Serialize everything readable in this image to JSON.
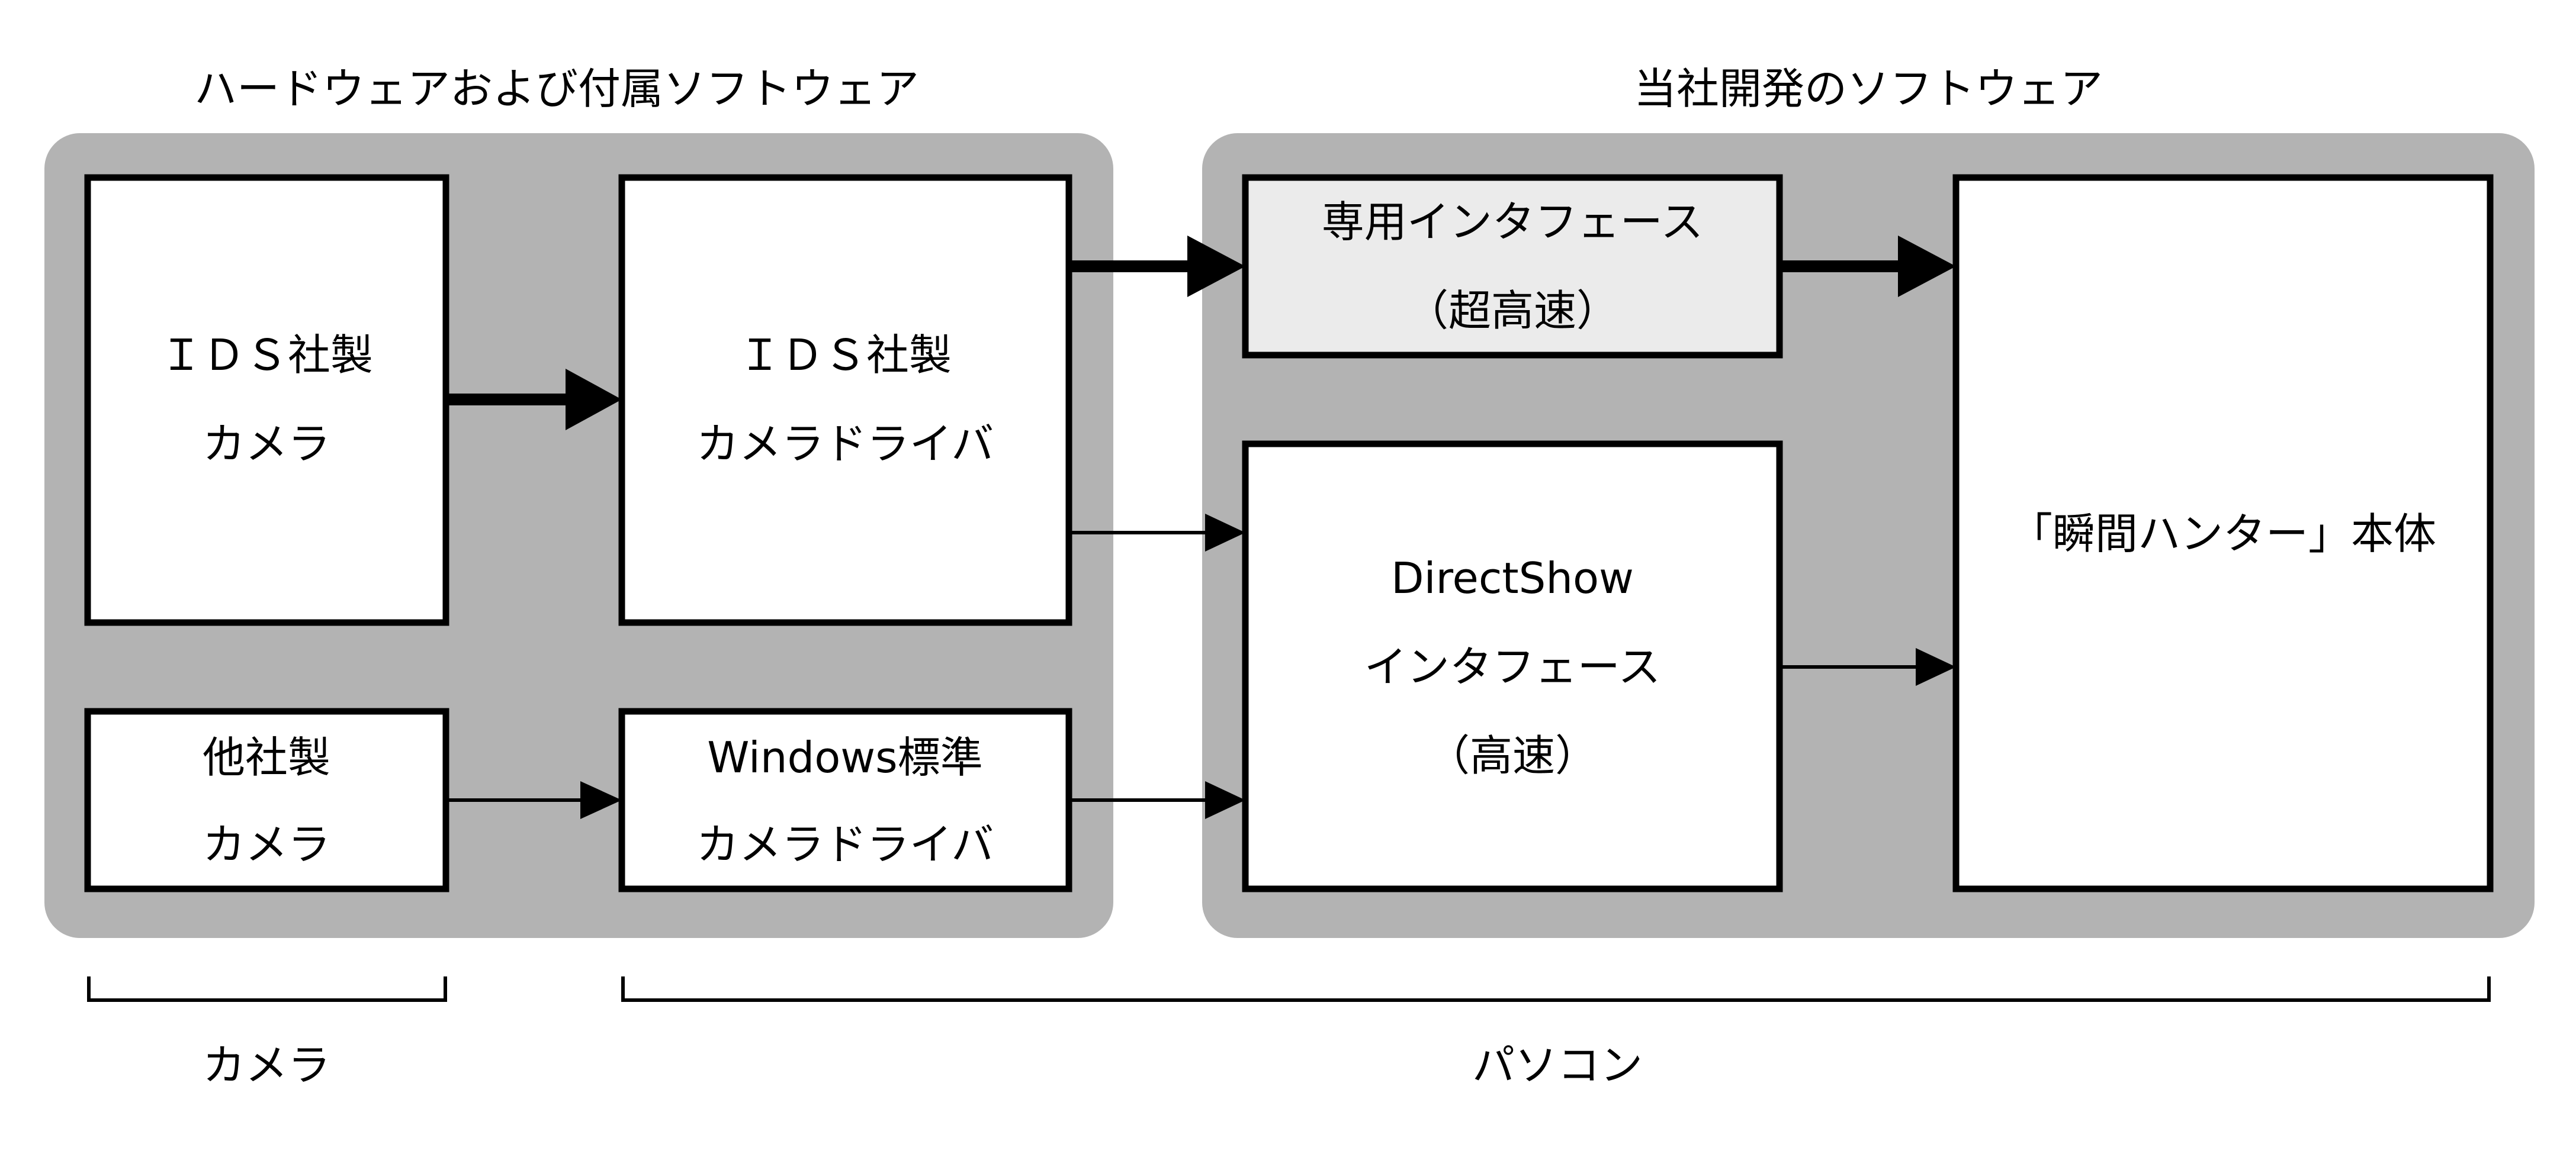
{
  "groups": {
    "hardware_title": "ハードウェアおよび付属ソフトウェア",
    "software_title": "当社開発のソフトウェア"
  },
  "nodes": {
    "ids_camera": {
      "line1": "ＩＤＳ社製",
      "line2": "カメラ"
    },
    "ids_driver": {
      "line1": "ＩＤＳ社製",
      "line2": "カメラドライバ"
    },
    "other_camera": {
      "line1": "他社製",
      "line2": "カメラ"
    },
    "windows_driver": {
      "line1": "Windows標準",
      "line2": "カメラドライバ"
    },
    "dedicated_interface": {
      "line1": "専用インタフェース",
      "line2": "（超高速）"
    },
    "directshow_interface": {
      "line1": "DirectShow",
      "line2": "インタフェース",
      "line3": "（高速）"
    },
    "main_app": {
      "label": "「瞬間ハンター」本体"
    }
  },
  "edges": [
    {
      "from": "ids_camera",
      "to": "ids_driver",
      "weight": "thick"
    },
    {
      "from": "ids_driver",
      "to": "dedicated_interface",
      "weight": "thick"
    },
    {
      "from": "dedicated_interface",
      "to": "main_app",
      "weight": "thick"
    },
    {
      "from": "ids_driver",
      "to": "directshow_interface",
      "weight": "thin"
    },
    {
      "from": "other_camera",
      "to": "windows_driver",
      "weight": "thin"
    },
    {
      "from": "windows_driver",
      "to": "directshow_interface",
      "weight": "thin"
    },
    {
      "from": "directshow_interface",
      "to": "main_app",
      "weight": "thin"
    }
  ],
  "brackets": {
    "camera": "カメラ",
    "pc": "パソコン"
  },
  "colors": {
    "group_background": "#b3b3b3",
    "box_fill": "#ffffff",
    "highlight_box_fill": "#ebebeb",
    "stroke": "#000000"
  }
}
